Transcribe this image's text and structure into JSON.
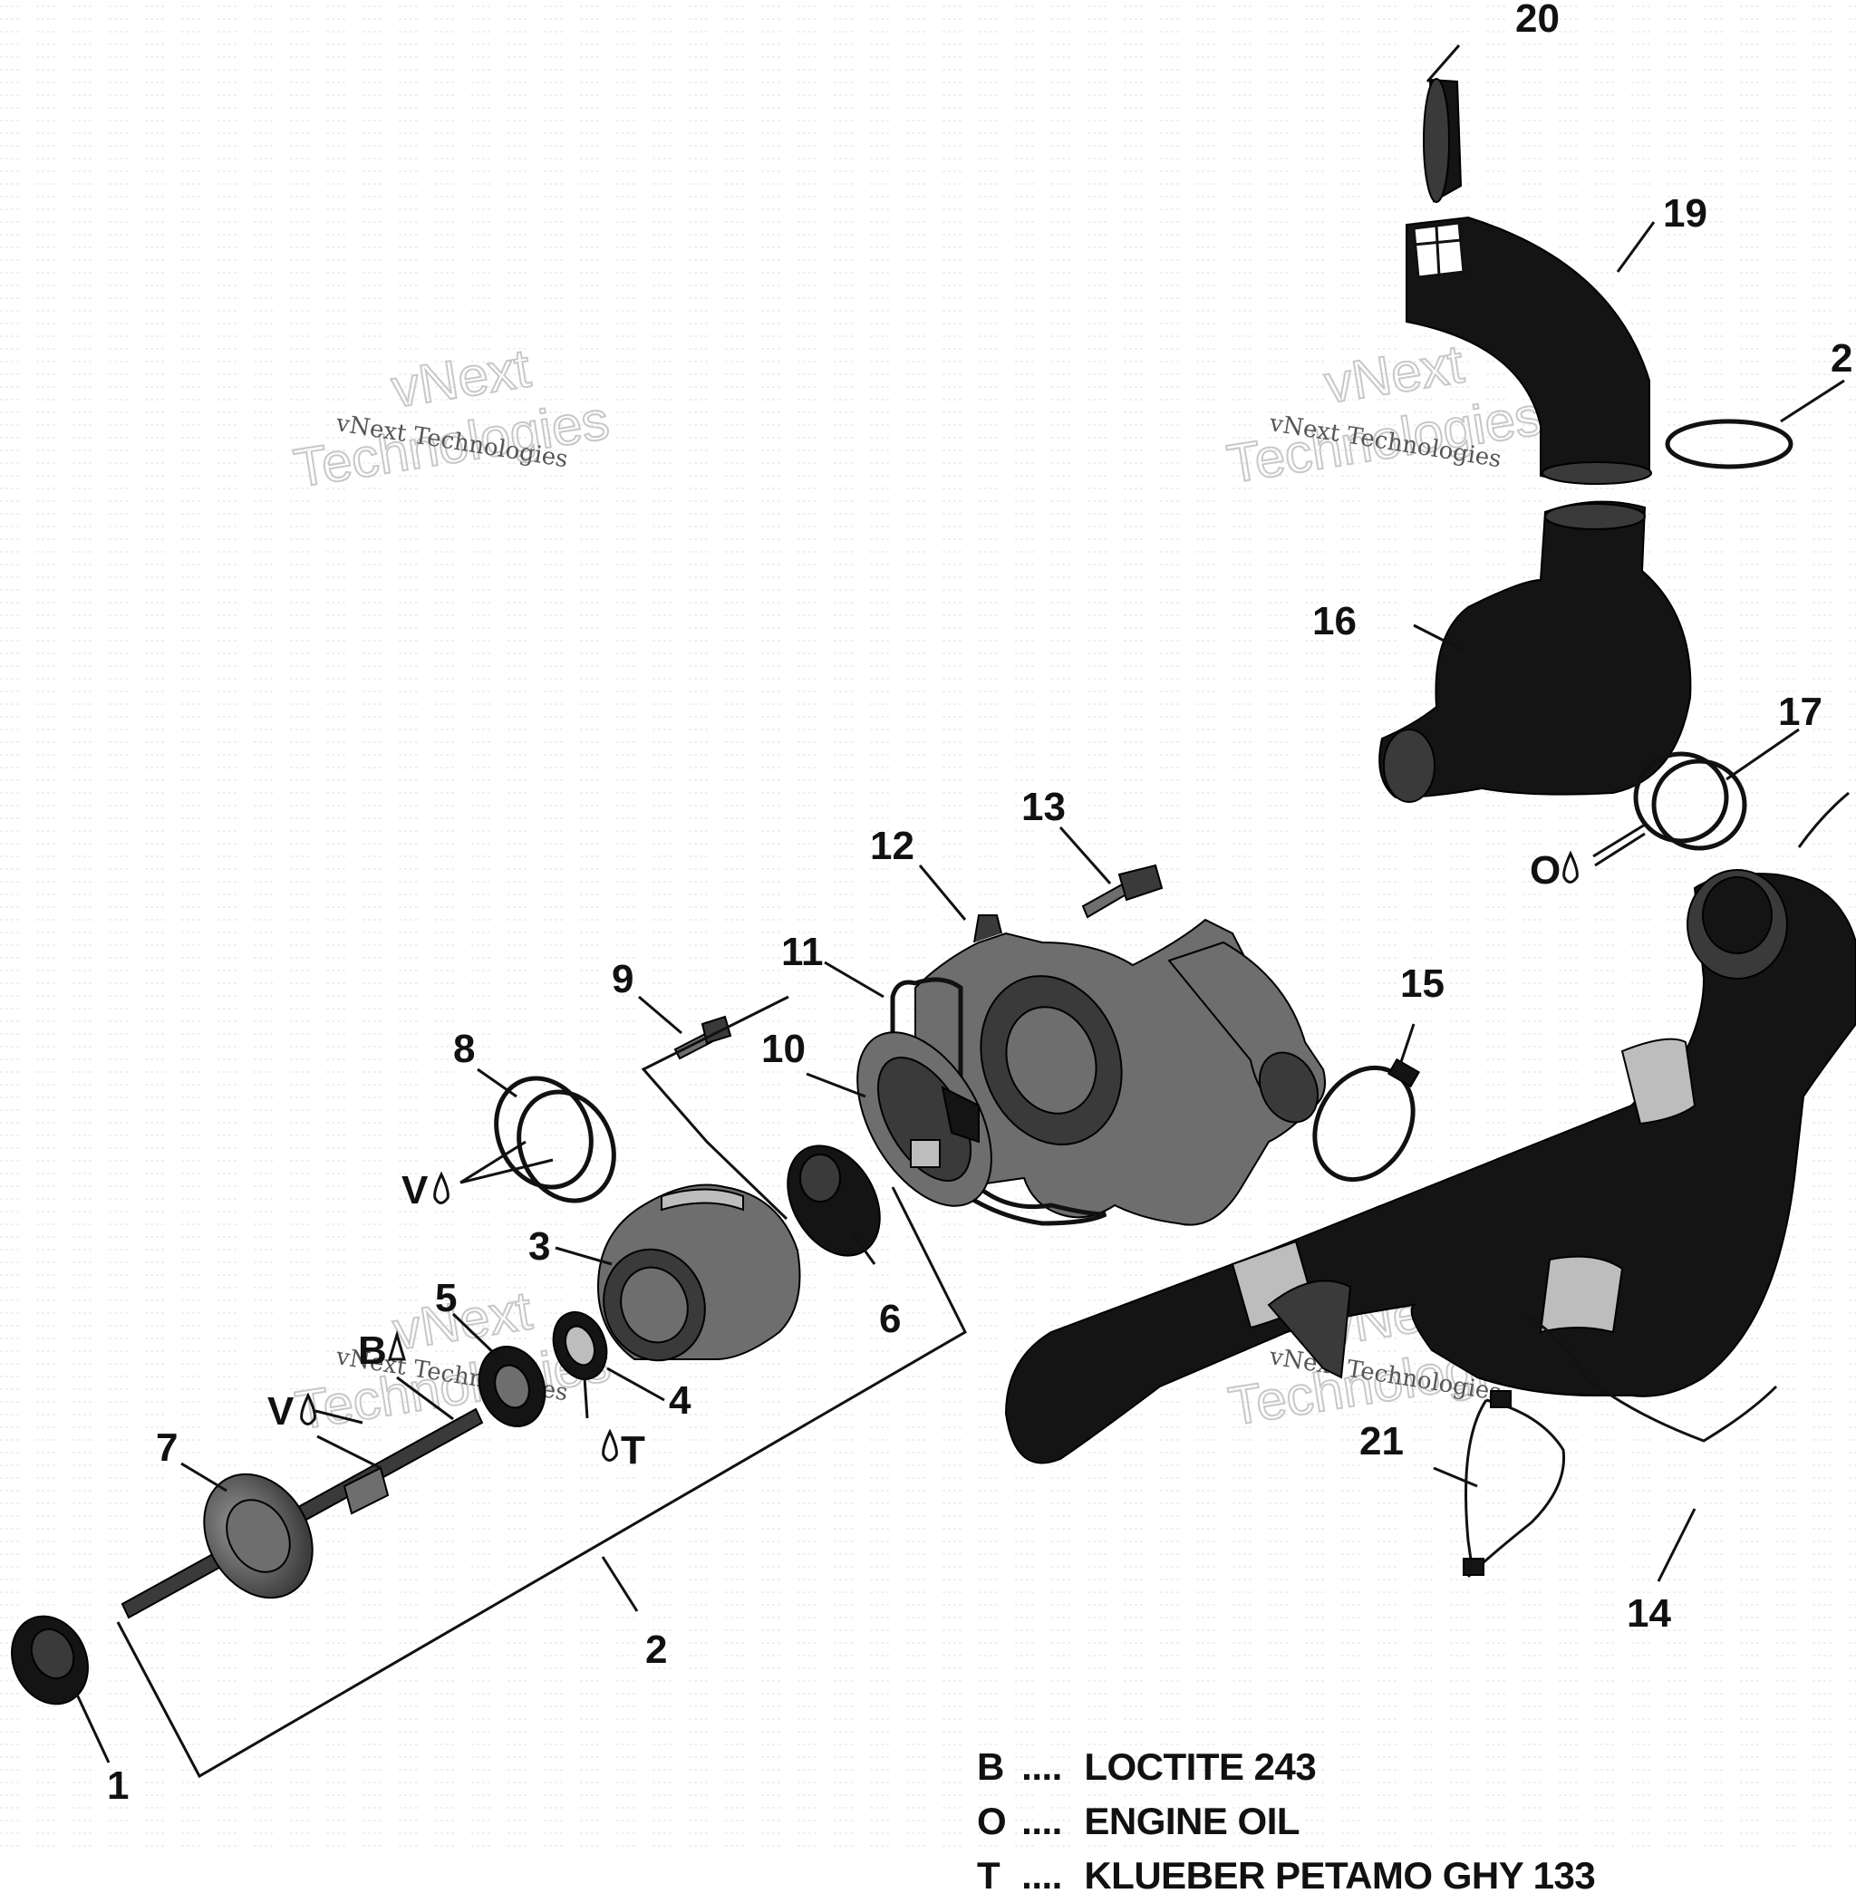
{
  "callouts": {
    "c1": "1",
    "c2": "2",
    "c3": "3",
    "c4": "4",
    "c5": "5",
    "c6": "6",
    "c7": "7",
    "c8": "8",
    "c9": "9",
    "c10": "10",
    "c11": "11",
    "c12": "12",
    "c13": "13",
    "c14": "14",
    "c15": "15",
    "c16": "16",
    "c17": "17",
    "c19": "19",
    "c20": "20",
    "c21": "21",
    "c_partial": "2"
  },
  "notes": {
    "v_oring": "V",
    "v_shaft": "V",
    "b_bearing": "B",
    "t_seal": "T",
    "o_ring": "O"
  },
  "watermark": {
    "small": "vNext Technologies",
    "big_top": "vNext",
    "big_bottom": "Technologies"
  },
  "legend": [
    {
      "code": "B",
      "dots": "....",
      "text": "LOCTITE 243"
    },
    {
      "code": "O",
      "dots": "....",
      "text": "ENGINE OIL"
    },
    {
      "code": "T",
      "dots": "....",
      "text": "KLUEBER PETAMO GHY 133"
    }
  ]
}
